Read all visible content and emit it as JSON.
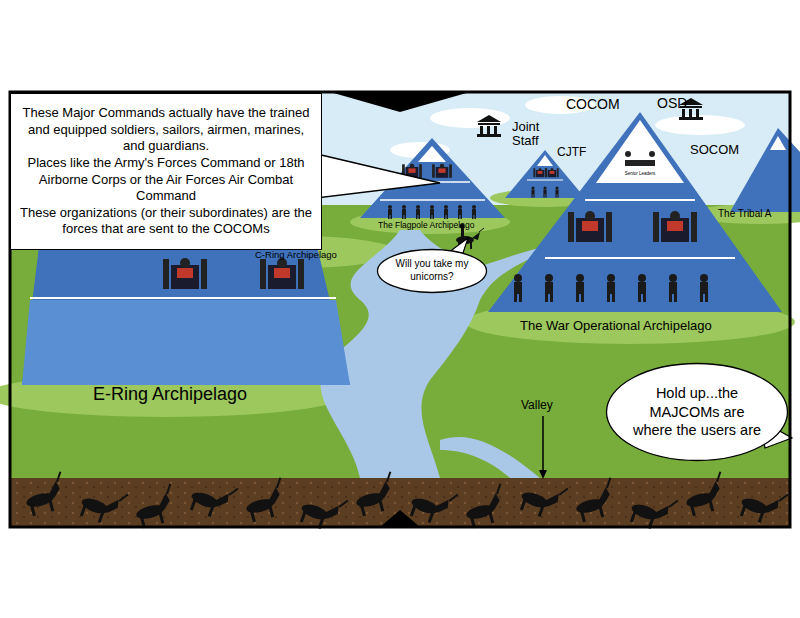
{
  "diagram": {
    "nodes": [
      {
        "text": [
          "These Major Commands actually have the trained and equipped soldiers, sailors, airmen, marines, and guardians.",
          "Places like the Army's Forces Command or 18th Airborne Corps or the Air Forces Air Combat Command",
          "These organizations (or their subordinates) are the forces that are sent to the COCOMs"
        ]
      },
      {
        "text": [
          "Will you take my unicorns?"
        ]
      },
      {
        "text": [
          "Hold up...the MAJCOMs are where the users are"
        ]
      }
    ],
    "labels": [
      "Joint Staff",
      "COCOM",
      "OSD",
      "CJTF",
      "SOCOM",
      "Senior Leaders",
      "The Flagpole Archipelago",
      "C-Ring Archipelago",
      "The Tribal A",
      "The War Operational Archipelago",
      "E-Ring Archipelago",
      "Valley"
    ]
  }
}
